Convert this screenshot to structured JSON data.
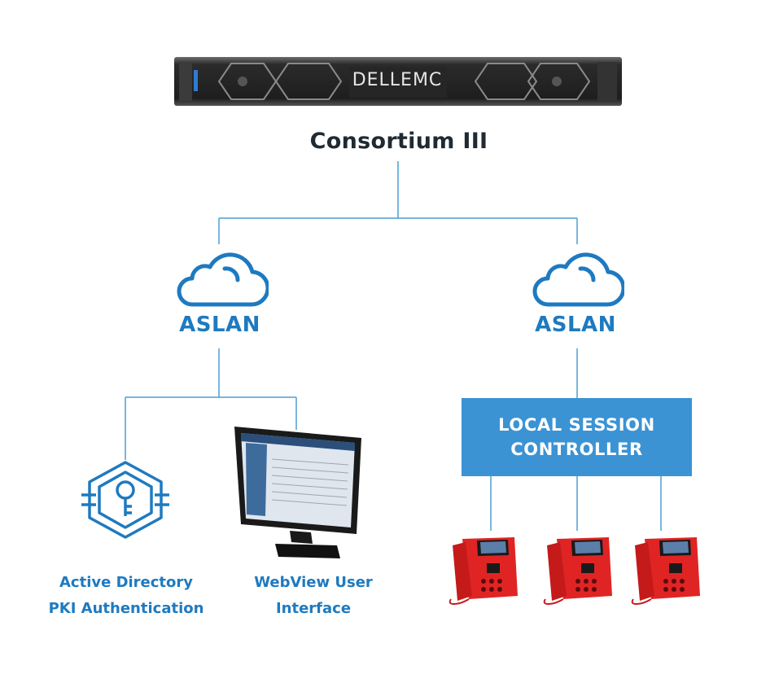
{
  "server": {
    "brand": "DELLEMC",
    "name": "Consortium III"
  },
  "networks": [
    {
      "label": "ASLAN",
      "icon": "cloud-icon"
    },
    {
      "label": "ASLAN",
      "icon": "cloud-icon"
    }
  ],
  "left_branch": {
    "active_directory": {
      "line1": "Active Directory",
      "line2": "PKI Authentication",
      "icon": "key-hexagon-icon"
    },
    "webview": {
      "line1": "WebView User",
      "line2": "Interface",
      "icon": "monitor-icon"
    }
  },
  "right_branch": {
    "controller": {
      "line1": "LOCAL SESSION",
      "line2": "CONTROLLER"
    },
    "phones": [
      {
        "icon": "desk-phone-icon"
      },
      {
        "icon": "desk-phone-icon"
      },
      {
        "icon": "desk-phone-icon"
      }
    ]
  },
  "colors": {
    "accent": "#1e7ac0",
    "controller_bg": "#3b93d4",
    "line": "#4a9fd2",
    "phone_red": "#e02424"
  }
}
